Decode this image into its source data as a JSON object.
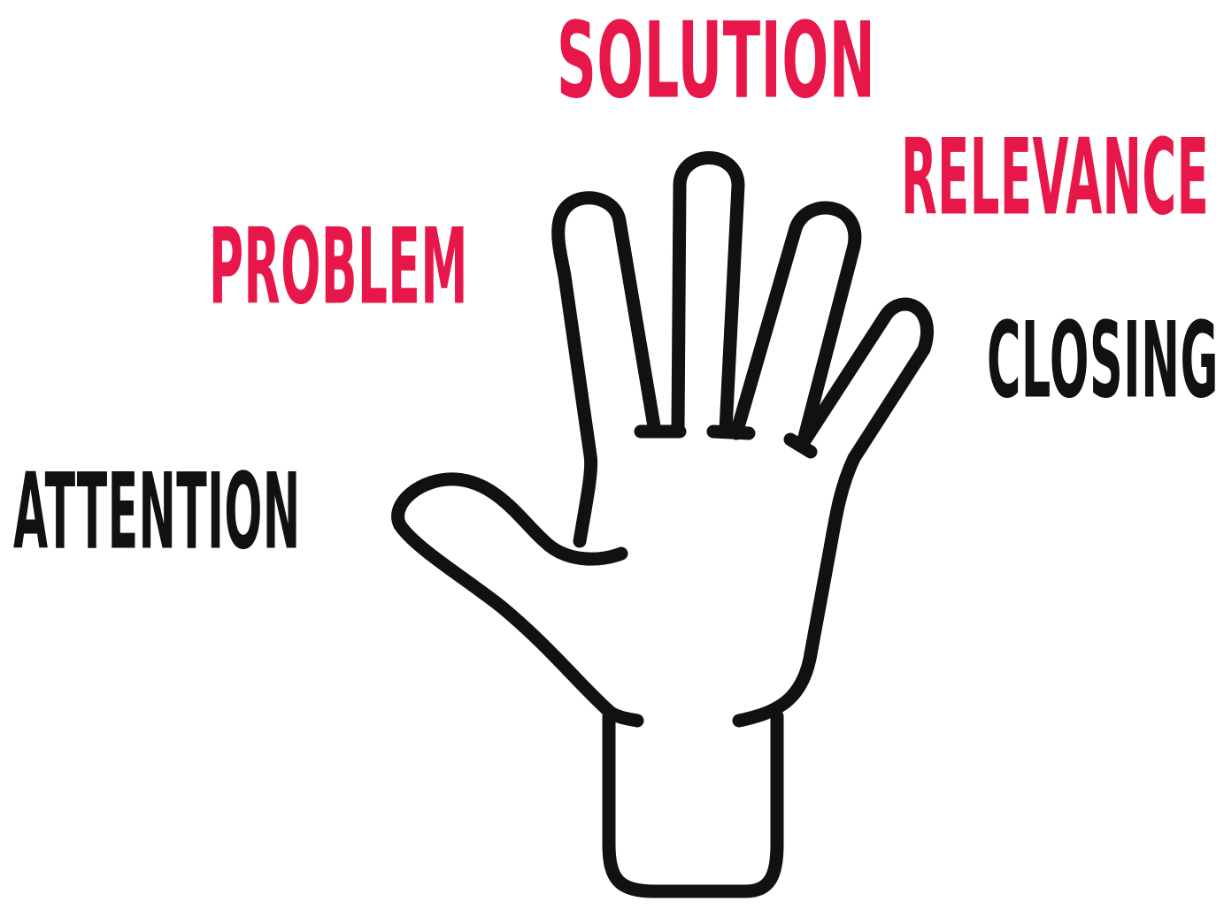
{
  "labels": {
    "solution": "SOLUTION",
    "relevance": "RELEVANCE",
    "problem": "PROBLEM",
    "closing": "CLOSING",
    "attention": "ATTENTION"
  },
  "colors": {
    "accent_red": "#e8174a",
    "ink_black": "#111111",
    "background": "#ffffff"
  },
  "icons": {
    "hand": "open-hand-outline-icon"
  }
}
